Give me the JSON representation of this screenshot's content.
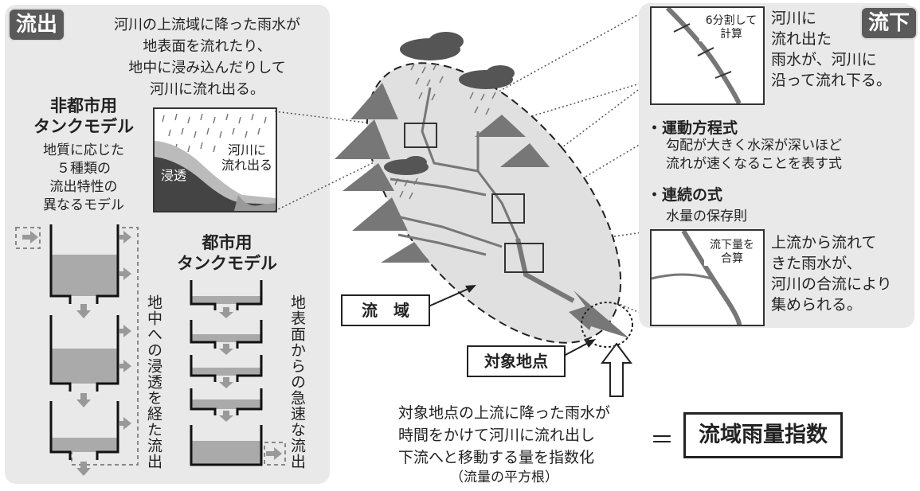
{
  "left": {
    "badge": "流出",
    "desc_lines": [
      "河川の上流域に降った雨水が",
      "地表面を流れたり、",
      "地中に浸み込んだりして",
      "河川に流れ出る。"
    ],
    "illus_permeation": "浸透",
    "illus_flow_lines": [
      "河川に",
      "流れ出る"
    ],
    "nonurban_title_lines": [
      "非都市用",
      "タンクモデル"
    ],
    "nonurban_desc_lines": [
      "地質に応じた",
      "５種類の",
      "流出特性の",
      "異なるモデル"
    ],
    "nonurban_vertical": "地中への浸透を経た流出",
    "urban_title_lines": [
      "都市用",
      "タンクモデル"
    ],
    "urban_vertical": "地表面からの急速な流出"
  },
  "center": {
    "basin_label": "流　域",
    "target_label": "対象地点",
    "bottom_lines": [
      "対象地点の上流に降った雨水が",
      "時間をかけて河川に流れ出し",
      "下流へと移動する量を指数化"
    ],
    "bottom_note": "（流量の平方根）",
    "equals": "＝",
    "index_name": "流域雨量指数"
  },
  "right": {
    "badge": "流下",
    "split_label_lines": [
      "6分割して",
      "計算"
    ],
    "top_text_lines": [
      "河川に",
      "流れ出た",
      "雨水が、河川に",
      "沿って流れ下る。"
    ],
    "eq1_title": "・運動方程式",
    "eq1_desc_lines": [
      "勾配が大きく水深が深いほど",
      "流れが速くなることを表す式"
    ],
    "eq2_title": "・連続の式",
    "eq2_desc": "水量の保存則",
    "sum_label_lines": [
      "流下量を",
      "合算"
    ],
    "bottom_text_lines": [
      "上流から流れて",
      "きた雨水が、",
      "河川の合流により",
      "集められる。"
    ]
  }
}
